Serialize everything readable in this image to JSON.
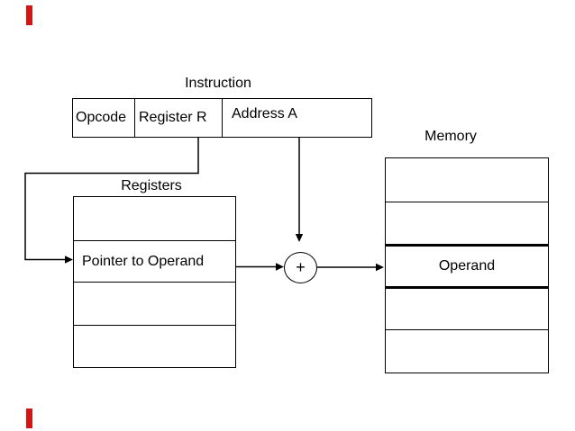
{
  "slide": {
    "background": "#ffffff",
    "line_color": "#000000",
    "accent_red": "#d01616"
  },
  "instruction": {
    "title": "Instruction",
    "fields": [
      {
        "label": "Opcode"
      },
      {
        "label": "Register R"
      },
      {
        "label": "Address A"
      }
    ]
  },
  "registers": {
    "title": "Registers",
    "rows": [
      "",
      "Pointer to Operand",
      "",
      ""
    ]
  },
  "memory": {
    "title": "Memory",
    "rows": [
      "",
      "",
      "Operand",
      "",
      ""
    ]
  },
  "adder": {
    "symbol": "+"
  }
}
